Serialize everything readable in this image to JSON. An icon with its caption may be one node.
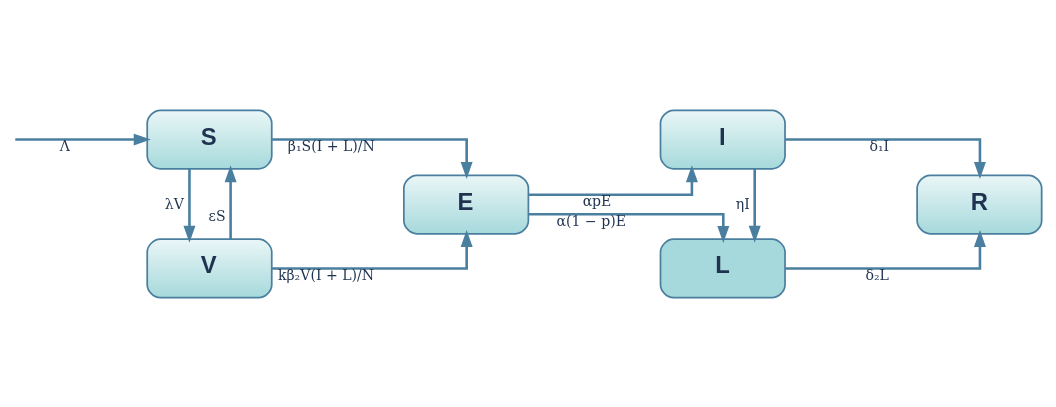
{
  "diagram": {
    "nodes": [
      {
        "text": [
          "S"
        ]
      },
      {
        "text": [
          "V"
        ]
      },
      {
        "text": [
          "E"
        ]
      },
      {
        "text": [
          "I"
        ]
      },
      {
        "text": [
          "L"
        ]
      },
      {
        "text": [
          "R"
        ]
      }
    ],
    "edges": [
      {
        "from": null,
        "to": 0,
        "arrow": "to",
        "label": "Λ"
      },
      {
        "from": 0,
        "to": 2,
        "arrow": "to",
        "label": "β₁S(I + L)/N"
      },
      {
        "from": 0,
        "to": 1,
        "arrow": "to",
        "label": "λV"
      },
      {
        "from": 1,
        "to": 0,
        "arrow": "to",
        "label": "εS"
      },
      {
        "from": 1,
        "to": 2,
        "arrow": "to",
        "label": "kβ₂V(I + L)/N"
      },
      {
        "from": 2,
        "to": 3,
        "arrow": "to",
        "label": "αpE"
      },
      {
        "from": 2,
        "to": 4,
        "arrow": "to",
        "label": "α(1 − p)E"
      },
      {
        "from": 3,
        "to": 4,
        "arrow": "to",
        "label": "ηI"
      },
      {
        "from": 3,
        "to": 5,
        "arrow": "to",
        "label": "δ₁I"
      },
      {
        "from": 4,
        "to": 5,
        "arrow": "to",
        "label": "δ₂L"
      }
    ]
  }
}
